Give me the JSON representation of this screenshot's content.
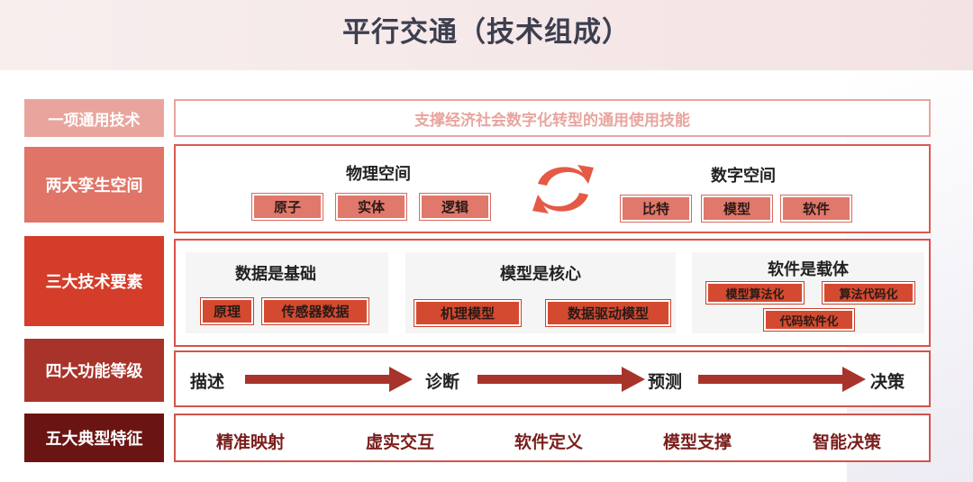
{
  "title": "平行交通（技术组成）",
  "rows": {
    "r1": {
      "label": "一项通用技术",
      "content": "支撑经济社会数字化转型的通用使用技能"
    },
    "r2": {
      "label": "两大孪生空间",
      "physical": {
        "title": "物理空间",
        "items": [
          "原子",
          "实体",
          "逻辑"
        ]
      },
      "digital": {
        "title": "数字空间",
        "items": [
          "比特",
          "模型",
          "软件"
        ]
      },
      "cycle_icon": "sync-arrows-icon"
    },
    "r3": {
      "label": "三大技术要素",
      "data": {
        "title": "数据是基础",
        "items": [
          "原理",
          "传感器数据"
        ]
      },
      "model": {
        "title": "模型是核心",
        "items": [
          "机理模型",
          "数据驱动模型"
        ]
      },
      "software": {
        "title": "软件是载体",
        "items": [
          "模型算法化",
          "算法代码化",
          "代码软件化"
        ]
      }
    },
    "r4": {
      "label": "四大功能等级",
      "steps": [
        "描述",
        "诊断",
        "预测",
        "决策"
      ]
    },
    "r5": {
      "label": "五大典型特征",
      "features": [
        "精准映射",
        "虚实交互",
        "软件定义",
        "模型支撑",
        "智能决策"
      ]
    }
  },
  "colors": {
    "title": "#3d3f4f",
    "row1": "#e9a59d",
    "row2": "#df7467",
    "row3": "#d43d2a",
    "row4": "#a8332b",
    "row5": "#6a1514",
    "arrow": "#a8332b"
  }
}
